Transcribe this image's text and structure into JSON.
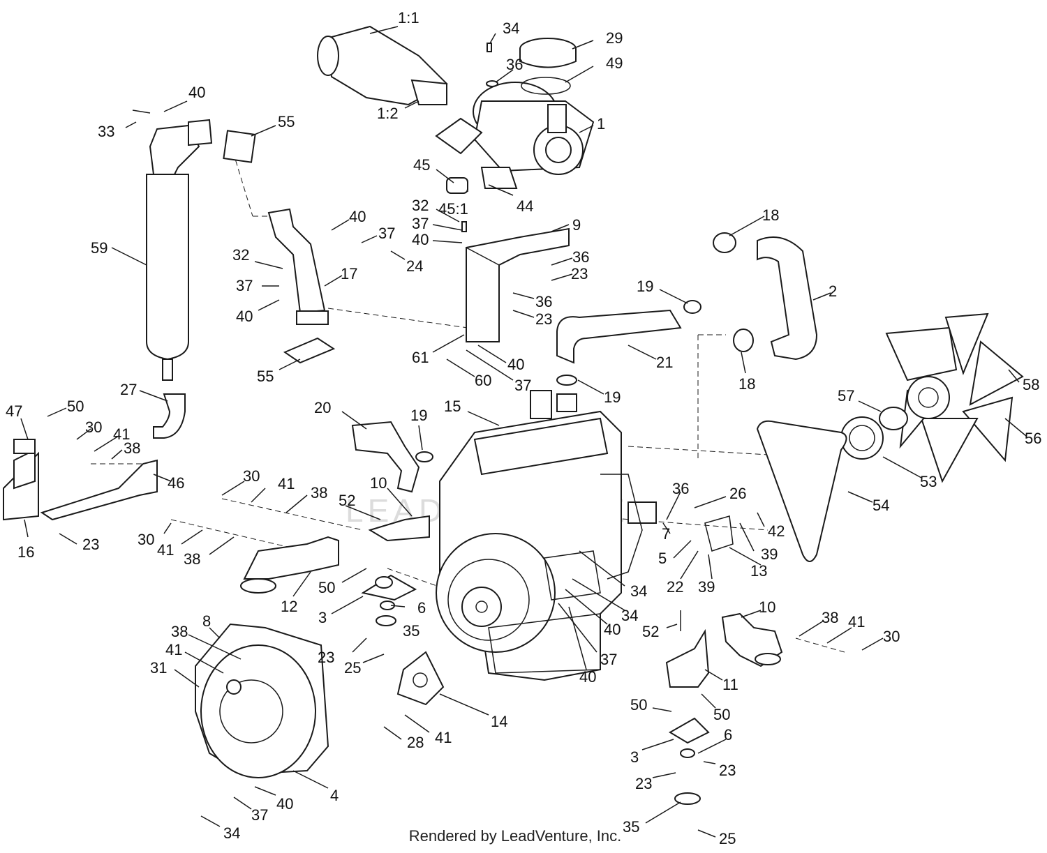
{
  "footer": "Rendered by LeadVenture, Inc.",
  "watermark": "LEADVENTURE",
  "callout_labels": [
    "1:1",
    "34",
    "29",
    "36",
    "49",
    "1:2",
    "1",
    "33",
    "40",
    "55",
    "45",
    "45:1",
    "44",
    "59",
    "32",
    "37",
    "40",
    "9",
    "18",
    "40",
    "37",
    "24",
    "32",
    "36",
    "23",
    "37",
    "17",
    "2",
    "40",
    "36",
    "23",
    "19",
    "61",
    "40",
    "60",
    "37",
    "21",
    "18",
    "55",
    "27",
    "19",
    "58",
    "47",
    "50",
    "30",
    "41",
    "38",
    "20",
    "19",
    "15",
    "57",
    "56",
    "46",
    "53",
    "16",
    "23",
    "30",
    "41",
    "38",
    "10",
    "52",
    "36",
    "26",
    "54",
    "7",
    "42",
    "30",
    "41",
    "38",
    "39",
    "5",
    "13",
    "22",
    "39",
    "34",
    "50",
    "12",
    "3",
    "6",
    "35",
    "34",
    "40",
    "37",
    "40",
    "10",
    "52",
    "38",
    "41",
    "30",
    "8",
    "38",
    "41",
    "31",
    "23",
    "25",
    "11",
    "14",
    "50",
    "50",
    "28",
    "41",
    "3",
    "6",
    "23",
    "23",
    "4",
    "40",
    "37",
    "34",
    "35",
    "25"
  ]
}
